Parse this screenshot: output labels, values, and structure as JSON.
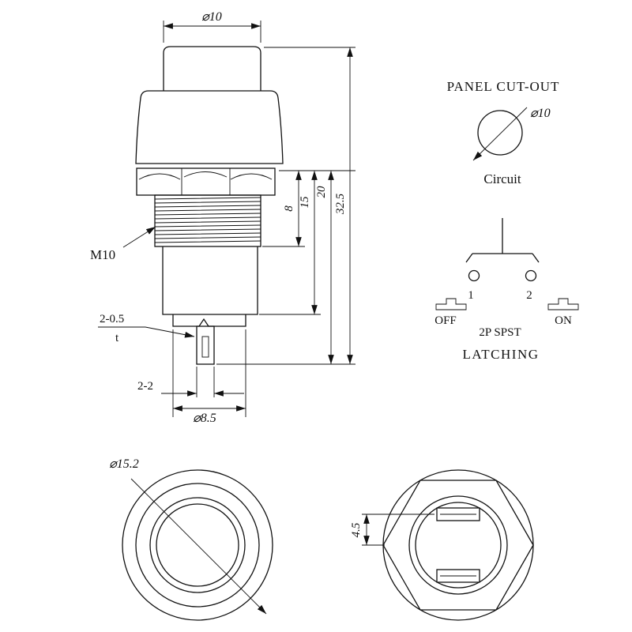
{
  "side_view": {
    "cap_diameter": "⌀10",
    "dim_8": "8",
    "dim_15": "15",
    "dim_20": "20",
    "dim_32_5": "32.5",
    "thread_spec": "M10",
    "terminal_note": "2-0.5",
    "thickness_symbol": "t",
    "terminal_pitch": "2-2",
    "shank_diameter": "⌀8.5"
  },
  "panel_cutout": {
    "title": "PANEL CUT-OUT",
    "hole_diameter": "⌀10"
  },
  "circuit": {
    "title": "Circuit",
    "terminal_1": "1",
    "terminal_2": "2",
    "off": "OFF",
    "on": "ON",
    "type": "2P SPST",
    "action": "LATCHING"
  },
  "top_view": {
    "bezel_diameter": "⌀15.2"
  },
  "bottom_view": {
    "terminal_offset": "4.5"
  }
}
